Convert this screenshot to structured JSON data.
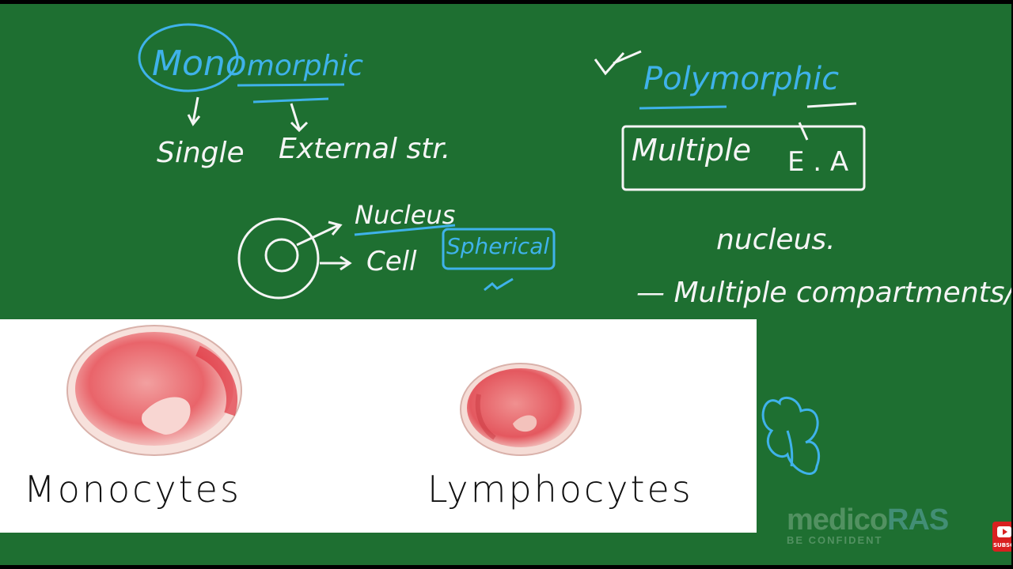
{
  "board": {
    "mono_prefix": "Mono",
    "mono_suffix": "morphic",
    "single": "Single",
    "external": "External str.",
    "nucleus": "Nucleus",
    "cell": "Cell",
    "spherical": "Spherical",
    "poly": "Polymorphic",
    "multiple": "Multiple",
    "ea": "E . A",
    "nucleus2": "nucleus.",
    "compartments": "— Multiple compartments/"
  },
  "panel": {
    "monocytes": "Monocytes",
    "lymphocytes": "Lymphocytes"
  },
  "watermark": {
    "brand_a": "medico",
    "brand_b": "RAS",
    "tagline": "BE CONFIDENT",
    "subscribe": "SUBSCRIBE"
  },
  "colors": {
    "board": "#1e6f31",
    "chalk_white": "#f5f5f5",
    "chalk_blue": "#3fb2ea",
    "cell_red": "#e8505a"
  },
  "icons": [
    "youtube-subscribe-icon",
    "cell-diagram-icon",
    "lobed-nucleus-icon",
    "tick-icon"
  ]
}
